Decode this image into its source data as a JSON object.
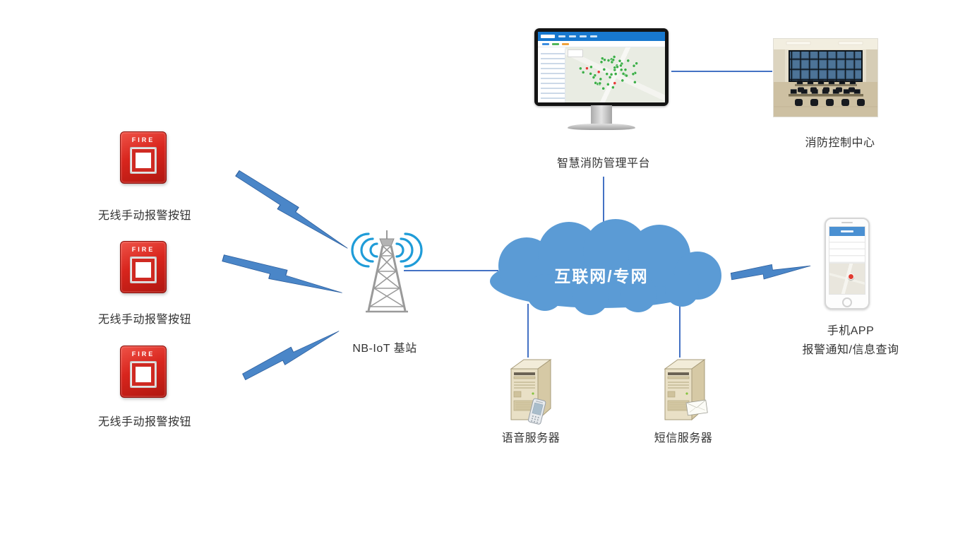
{
  "nodes": {
    "alarm_buttons": [
      {
        "device_text": "FIRE",
        "label": "无线手动报警按钮"
      },
      {
        "device_text": "FIRE",
        "label": "无线手动报警按钮"
      },
      {
        "device_text": "FIRE",
        "label": "无线手动报警按钮"
      }
    ],
    "base_station": {
      "label": "NB-IoT 基站"
    },
    "cloud": {
      "label": "互联网/专网"
    },
    "platform": {
      "label": "智慧消防管理平台"
    },
    "control_center": {
      "label": "消防控制中心"
    },
    "voice_server": {
      "label": "语音服务器"
    },
    "sms_server": {
      "label": "短信服务器"
    },
    "phone_app": {
      "label_line1": "手机APP",
      "label_line2": "报警通知/信息查询"
    }
  },
  "edges": [
    {
      "from": "无线手动报警按钮",
      "to": "NB-IoT 基站",
      "type": "wireless-lightning"
    },
    {
      "from": "无线手动报警按钮",
      "to": "NB-IoT 基站",
      "type": "wireless-lightning"
    },
    {
      "from": "无线手动报警按钮",
      "to": "NB-IoT 基站",
      "type": "wireless-lightning"
    },
    {
      "from": "NB-IoT 基站",
      "to": "互联网/专网",
      "type": "line"
    },
    {
      "from": "互联网/专网",
      "to": "智慧消防管理平台",
      "type": "line"
    },
    {
      "from": "智慧消防管理平台",
      "to": "消防控制中心",
      "type": "line"
    },
    {
      "from": "互联网/专网",
      "to": "语音服务器",
      "type": "line"
    },
    {
      "from": "互联网/专网",
      "to": "短信服务器",
      "type": "line"
    },
    {
      "from": "互联网/专网",
      "to": "手机APP",
      "type": "wireless-lightning"
    }
  ],
  "colors": {
    "cloud_fill": "#5b9bd5",
    "connector": "#4472c4",
    "bolt_fill": "#4a86c8",
    "alarm_red": "#d8251d",
    "wave_blue": "#1f9cd8",
    "dot_green": "#3fae49",
    "dot_red": "#e53935"
  }
}
